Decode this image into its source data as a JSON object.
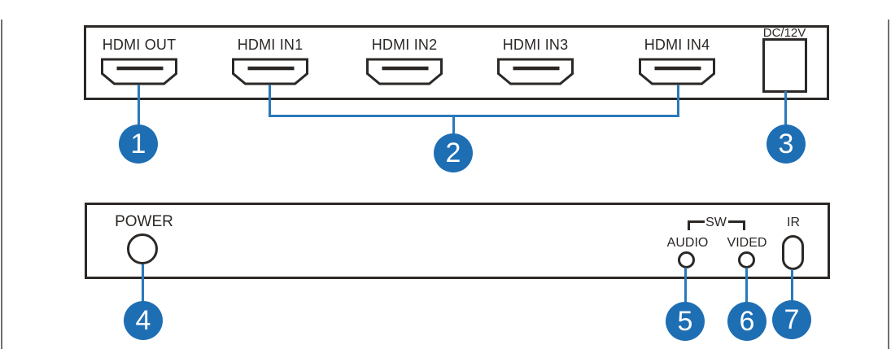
{
  "diagram": {
    "accent_color": "#1e6eb4",
    "outline_color": "#2b2826"
  },
  "rear_panel": {
    "ports": [
      {
        "label": "HDMI OUT"
      },
      {
        "label": "HDMI IN1"
      },
      {
        "label": "HDMI IN2"
      },
      {
        "label": "HDMI IN3"
      },
      {
        "label": "HDMI IN4"
      }
    ],
    "dc_jack_label": "DC/12V"
  },
  "front_panel": {
    "power_label": "POWER",
    "sw_group_label": "SW",
    "audio_label": "AUDIO",
    "video_label": "VIDED",
    "ir_label": "IR"
  },
  "callouts": [
    {
      "number": "1",
      "target": "HDMI OUT"
    },
    {
      "number": "2",
      "target": "HDMI IN1-IN4"
    },
    {
      "number": "3",
      "target": "DC/12V"
    },
    {
      "number": "4",
      "target": "POWER"
    },
    {
      "number": "5",
      "target": "AUDIO"
    },
    {
      "number": "6",
      "target": "VIDED"
    },
    {
      "number": "7",
      "target": "IR"
    }
  ]
}
